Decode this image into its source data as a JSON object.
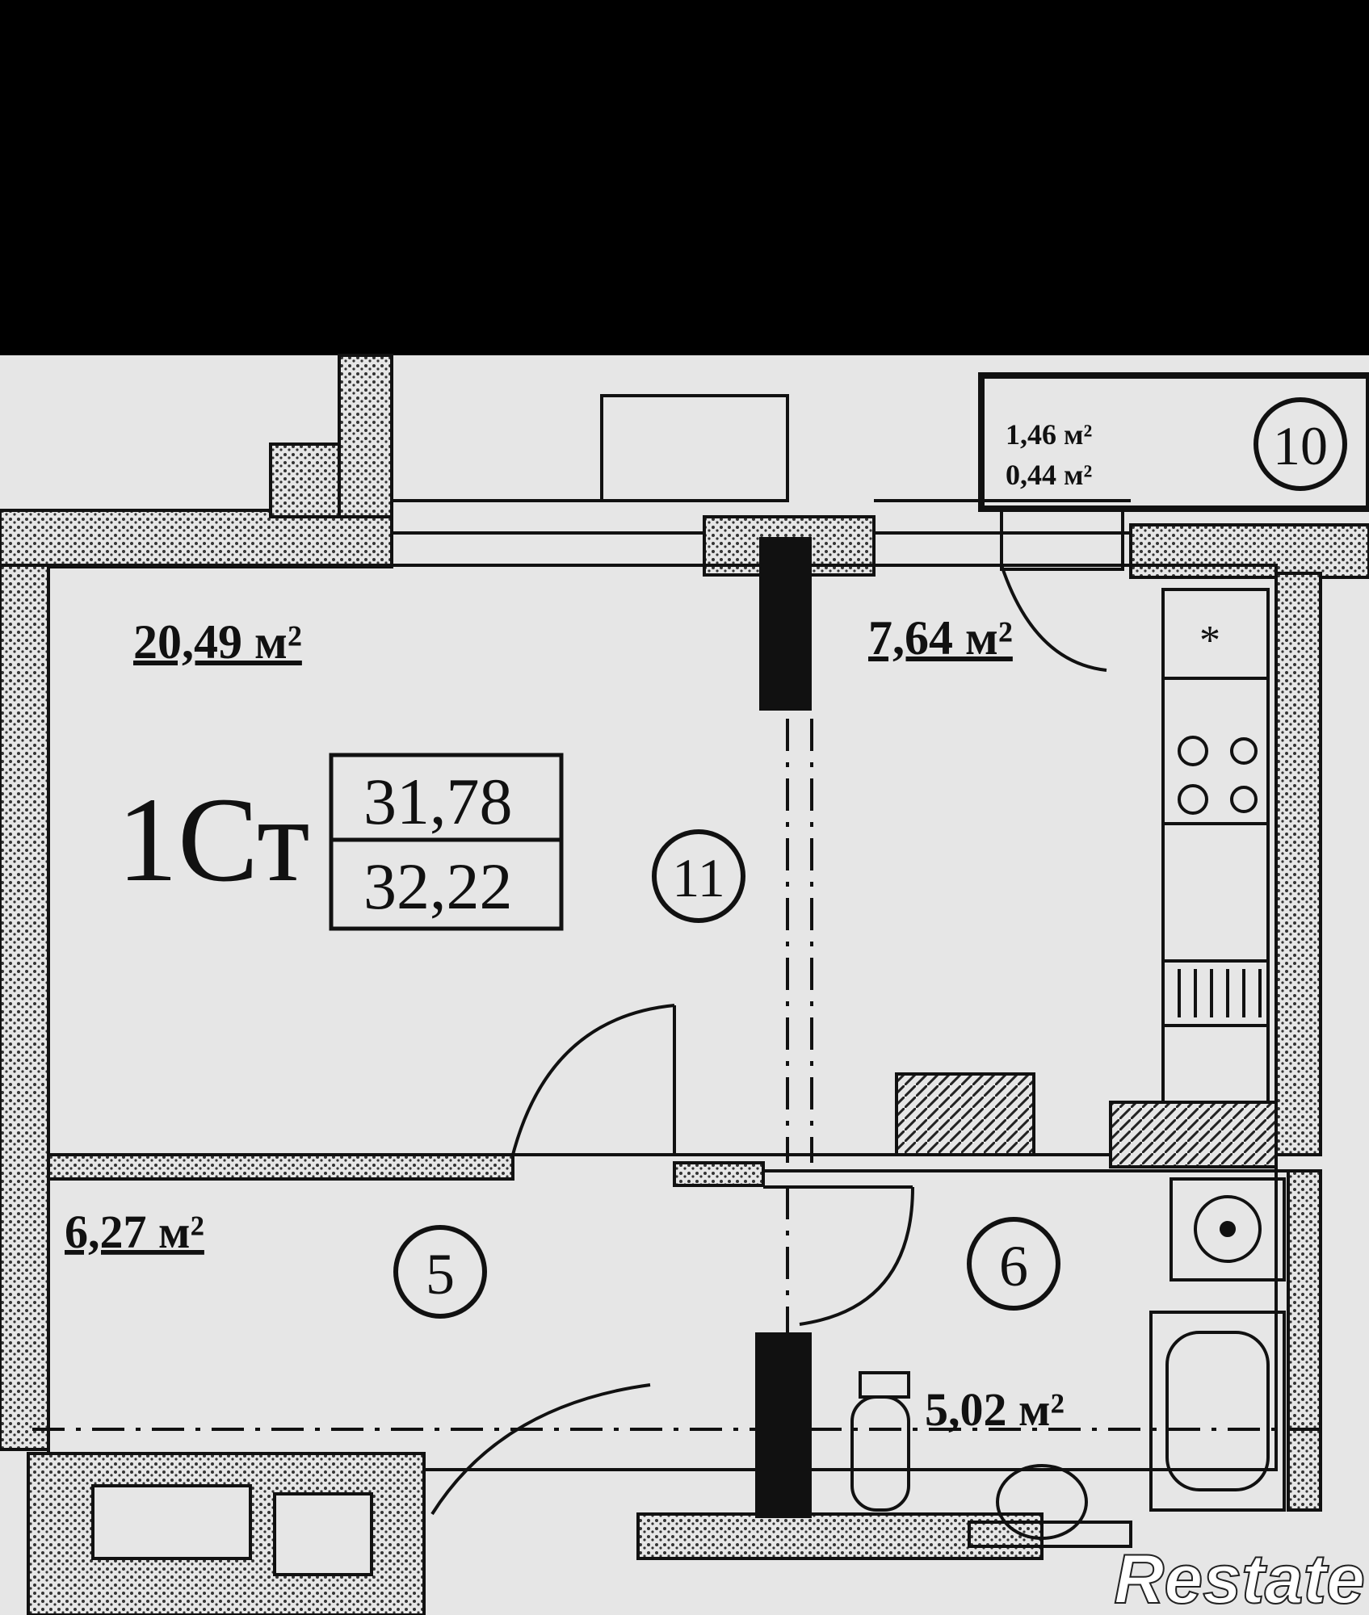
{
  "plan": {
    "type_label": "1Ст",
    "area_living_total": "31,78",
    "area_total": "32,22",
    "rooms": [
      {
        "id": "room-living",
        "area": "20,49 м²"
      },
      {
        "id": "room-kitchen",
        "area": "7,64 м²"
      },
      {
        "id": "room-hall",
        "area": "6,27 м²"
      },
      {
        "id": "room-bathroom",
        "area": "5,02 м²"
      },
      {
        "id": "room-balcony",
        "area": "1,46 м²",
        "area2": "0,44 м²"
      }
    ],
    "markers": [
      "10",
      "11",
      "5",
      "6"
    ]
  },
  "watermark": {
    "text": "Restate"
  },
  "colors": {
    "background": "#000000",
    "paper": "#e6e6e6",
    "ink": "#111111",
    "hatch": "#555555"
  }
}
